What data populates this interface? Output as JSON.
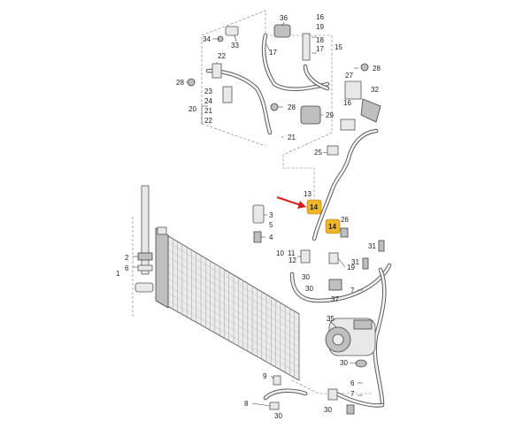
{
  "callouts": {
    "c1": "1",
    "c2": "2",
    "c3": "3",
    "c4": "4",
    "c5": "5",
    "c6": "6",
    "c7": "7",
    "c7b": "7",
    "c8": "8",
    "c9": "9",
    "c10": "10",
    "c11": "11",
    "c12": "12",
    "c13": "13",
    "c14a": "14",
    "c14b": "14",
    "c15": "15",
    "c16": "16",
    "c16b": "16",
    "c17": "17",
    "c17b": "17",
    "c18": "18",
    "c19": "19",
    "c20": "20",
    "c21": "21",
    "c21b": "21",
    "c22": "22",
    "c22b": "22",
    "c23": "23",
    "c24": "24",
    "c25": "25",
    "c26": "26",
    "c27": "27",
    "c28a": "28",
    "c28b": "28",
    "c28c": "28",
    "c29": "29",
    "c30a": "30",
    "c30b": "30",
    "c30c": "30",
    "c30d": "30",
    "c31a": "31",
    "c31b": "31",
    "c32": "32",
    "c33": "33",
    "c34": "34",
    "c35": "35",
    "c36": "36",
    "c37": "37"
  },
  "highlight_color": "#f0b429",
  "arrow_color": "#d62020"
}
